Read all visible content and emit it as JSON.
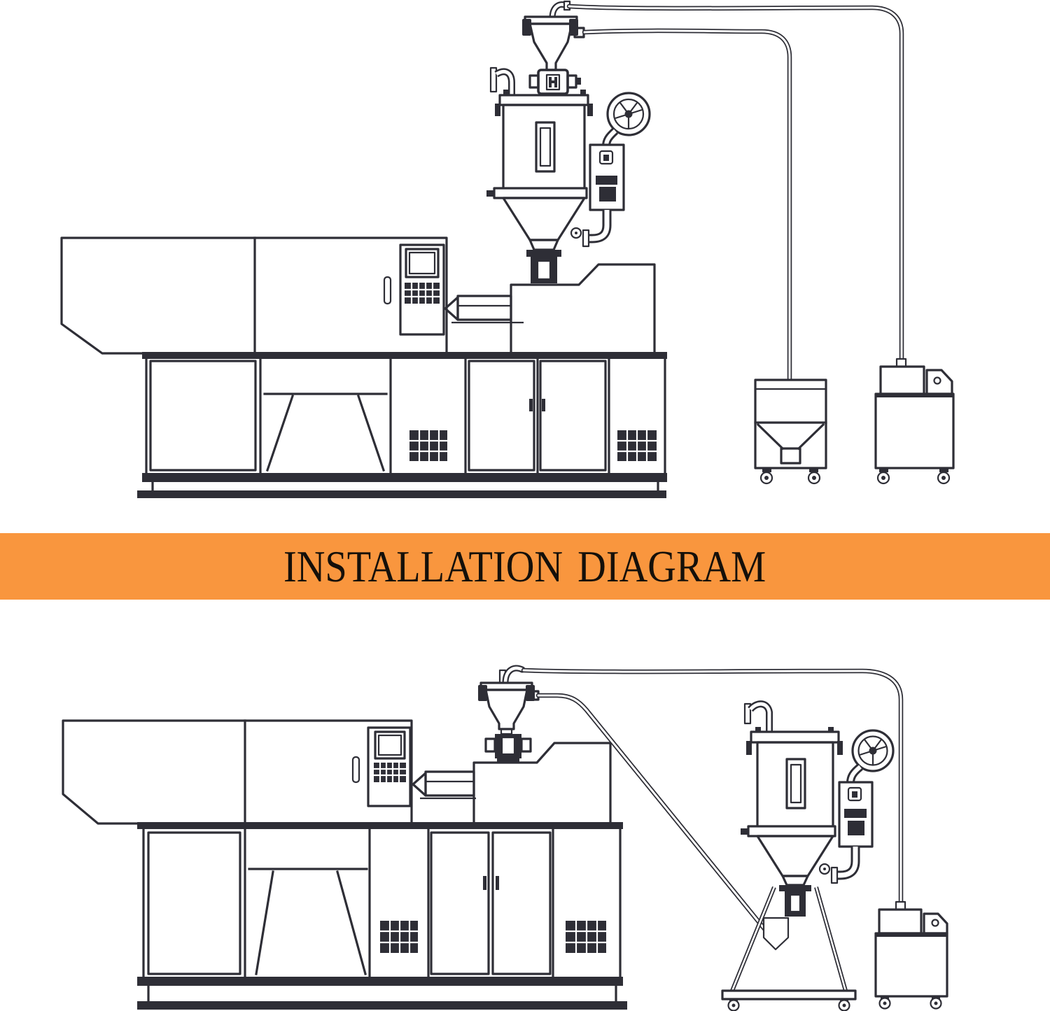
{
  "banner": {
    "label": "INSTALLATION DIAGRAM"
  },
  "colors": {
    "line": "#2e2e36",
    "banner-bg": "#f9963e",
    "banner-text": "#15100a",
    "page-bg": "#ffffff"
  },
  "diagrams": {
    "top": {
      "name": "dryer-mounted-on-machine-setup",
      "components": [
        "injection-molding-machine",
        "vacuum-hopper-loader",
        "hopper-dryer",
        "blower-fan",
        "dryer-control-box",
        "conveying-hose-to-vacuum-unit",
        "conveying-hose-to-storage-bin",
        "storage-hopper-bin",
        "vacuum-pump-unit"
      ]
    },
    "bottom": {
      "name": "dryer-on-floor-stand-setup",
      "components": [
        "injection-molding-machine",
        "machine-mounted-vacuum-receiver",
        "hopper-dryer-on-floor-stand",
        "blower-fan",
        "dryer-control-box",
        "floor-stand",
        "suction-hose-from-dryer",
        "vacuum-hose-to-vacuum-unit",
        "vacuum-pump-unit"
      ]
    }
  }
}
